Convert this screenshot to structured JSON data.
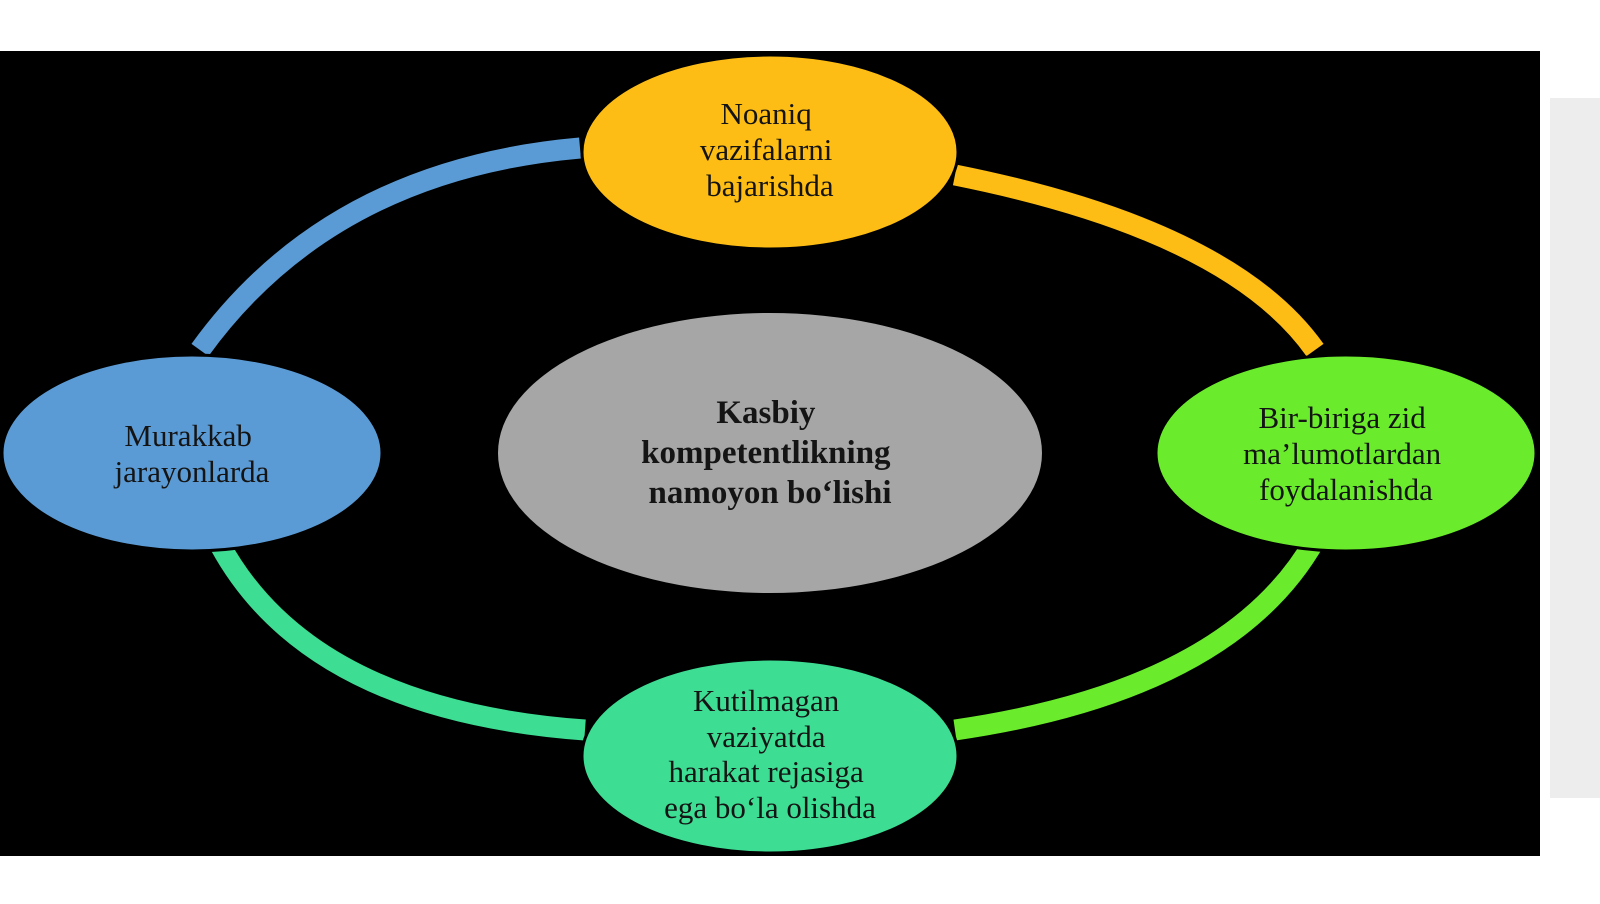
{
  "diagram": {
    "center": {
      "lines": [
        "Kasbiy",
        "kompetentlikning",
        "namoyon  bo‘lishi"
      ],
      "color": "#a6a6a6"
    },
    "nodes": [
      {
        "id": "top",
        "lines": [
          "Noaniq",
          "vazifalarni",
          "bajarishda"
        ],
        "color": "#fdbd14"
      },
      {
        "id": "right",
        "lines": [
          "Bir-biriga  zid",
          "ma’lumotlardan",
          "foydalanishda"
        ],
        "color": "#6aec2c"
      },
      {
        "id": "bottom",
        "lines": [
          "Kutilmagan",
          "vaziyatda",
          "harakat rejasiga",
          "ega bo‘la olishda"
        ],
        "color": "#3ddd93"
      },
      {
        "id": "left",
        "lines": [
          "Murakkab",
          "jarayonlarda"
        ],
        "color": "#5b9bd5"
      }
    ],
    "ring_segments": [
      {
        "from": "left",
        "to": "top",
        "color": "#5b9bd5"
      },
      {
        "from": "top",
        "to": "right",
        "color": "#fdbd14"
      },
      {
        "from": "right",
        "to": "bottom",
        "color": "#6aec2c"
      },
      {
        "from": "bottom",
        "to": "left",
        "color": "#3ddd93"
      }
    ],
    "background": "#000000"
  }
}
